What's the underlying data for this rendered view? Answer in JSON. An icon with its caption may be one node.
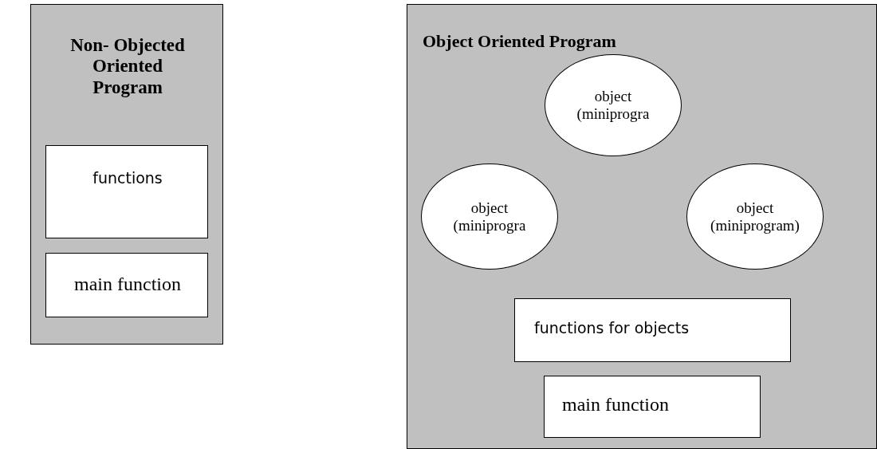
{
  "diagram": {
    "nodes": [
      {
        "text": [
          "Non- Objected Oriented Program"
        ]
      },
      {
        "text": [
          "functions"
        ],
        "in": 0
      },
      {
        "text": [
          "main function"
        ],
        "in": 0
      },
      {
        "text": [
          "Object Oriented Program"
        ]
      },
      {
        "text": [
          "object (miniprogra"
        ],
        "in": 3
      },
      {
        "text": [
          "object (miniprogra"
        ],
        "in": 3
      },
      {
        "text": [
          "object (miniprogram)"
        ],
        "in": 3
      },
      {
        "text": [
          "functions for objects"
        ],
        "in": 3
      },
      {
        "text": [
          "main function"
        ],
        "in": 3
      }
    ]
  }
}
